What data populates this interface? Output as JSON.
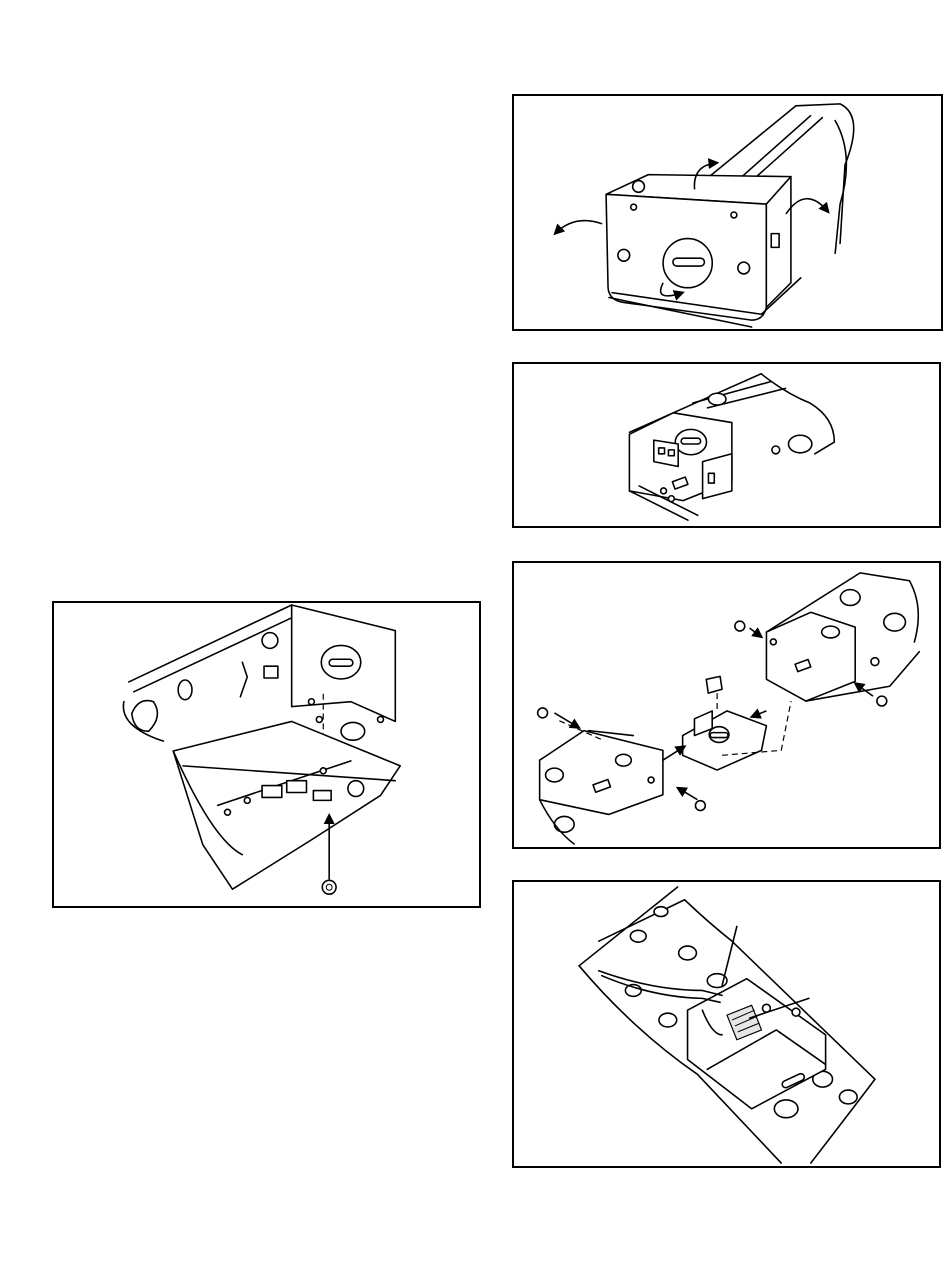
{
  "page": {
    "figures": [
      {
        "id": "fig-1",
        "content": "housing-with-rotation-arrows"
      },
      {
        "id": "fig-2",
        "content": "housing-assembled"
      },
      {
        "id": "fig-3",
        "content": "housing-underside-screw"
      },
      {
        "id": "fig-4",
        "content": "exploded-bracket-assembly"
      },
      {
        "id": "fig-5",
        "content": "wired-housing-in-channel"
      }
    ]
  },
  "colors": {
    "line": "#000000",
    "background": "#ffffff",
    "shade": "#e6e6e6"
  }
}
